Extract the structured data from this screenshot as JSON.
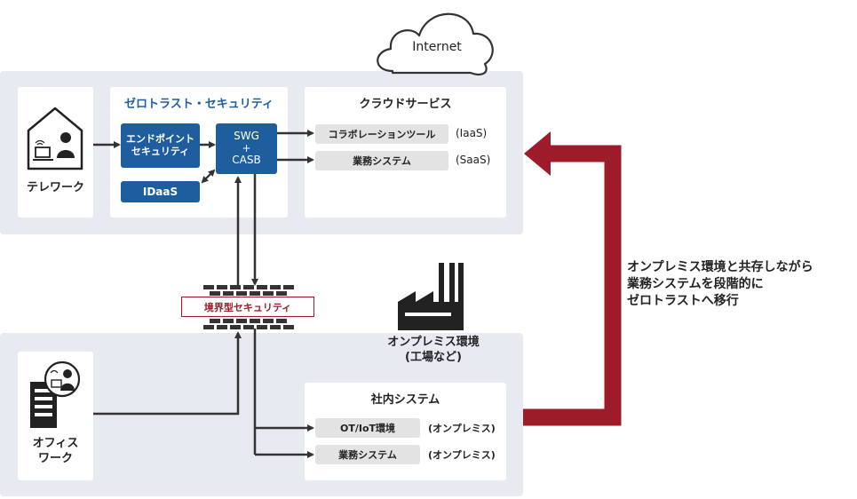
{
  "internet": {
    "label": "Internet"
  },
  "telework": {
    "label": "テレワーク"
  },
  "zerotrust": {
    "title": "ゼロトラスト・セキュリティ",
    "endpoint": "エンドポイント\nセキュリティ",
    "idaas": "IDaaS",
    "swg": "SWG\n+\nCASB"
  },
  "cloud": {
    "title": "クラウドサービス",
    "items": [
      {
        "label": "コラボレーションツール",
        "note": "(IaaS)"
      },
      {
        "label": "業務システム",
        "note": "(SaaS)"
      }
    ]
  },
  "perimeter": {
    "label": "境界型セキュリティ"
  },
  "onprem": {
    "title": "オンプレミス環境\n(工場など)"
  },
  "office": {
    "label": "オフィス\nワーク"
  },
  "internal": {
    "title": "社内システム",
    "items": [
      {
        "label": "OT/IoT環境",
        "note": "(オンプレミス)"
      },
      {
        "label": "業務システム",
        "note": "(オンプレミス)"
      }
    ]
  },
  "migration": {
    "text": "オンプレミス環境と共存しながら\n業務システムを段階的に\nゼロトラストへ移行"
  },
  "colors": {
    "blue": "#1f5e9e",
    "red": "#9e1b2a",
    "band": "#e7ebf1",
    "dark": "#333333"
  }
}
